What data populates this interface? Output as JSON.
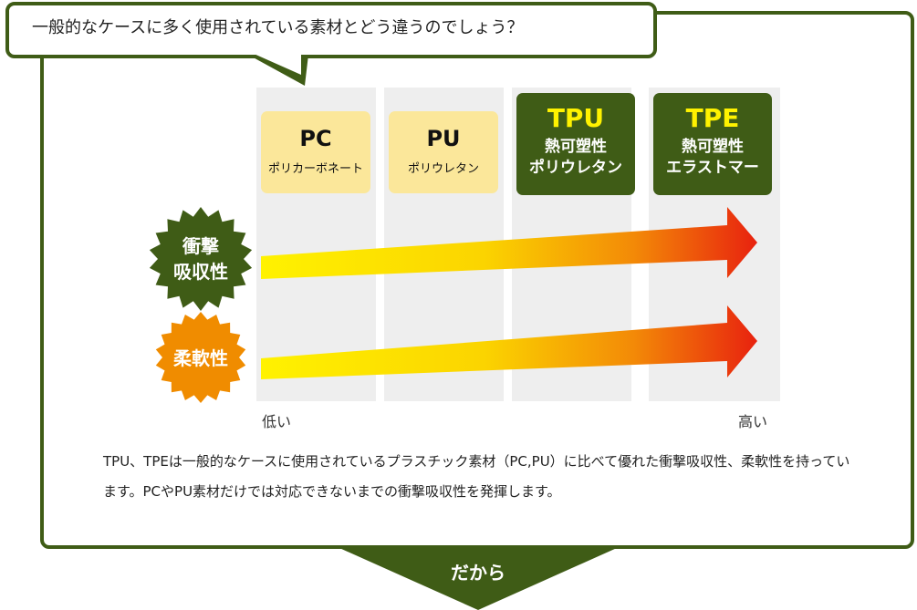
{
  "question": "一般的なケースに多く使用されている素材とどう違うのでしょう？",
  "materials": [
    {
      "abbr": "PC",
      "name": "ポリカーボネート"
    },
    {
      "abbr": "PU",
      "name": "ポリウレタン"
    },
    {
      "abbr": "TPU",
      "name_line1": "熱可塑性",
      "name_line2": "ポリウレタン"
    },
    {
      "abbr": "TPE",
      "name_line1": "熱可塑性",
      "name_line2": "エラストマー"
    }
  ],
  "properties": [
    {
      "line1": "衝撃",
      "line2": "吸収性"
    },
    {
      "line1": "柔軟性"
    }
  ],
  "scale": {
    "low": "低い",
    "high": "高い"
  },
  "description": "TPU、TPEは一般的なケースに使用されているプラスチック素材（PC,PU）に比べて優れた衝撃吸収性、柔軟性を持っています。PCやPU素材だけでは対応できないまでの衝撃吸収性を発揮します。",
  "conclusion": "だから",
  "colors": {
    "frame": "#3f5c16",
    "impact_badge": "#3f5c16",
    "flex_badge": "#f08c00",
    "arrow_start": "#fff200",
    "arrow_end": "#e8220f",
    "column_bg": "#eeeeee"
  }
}
